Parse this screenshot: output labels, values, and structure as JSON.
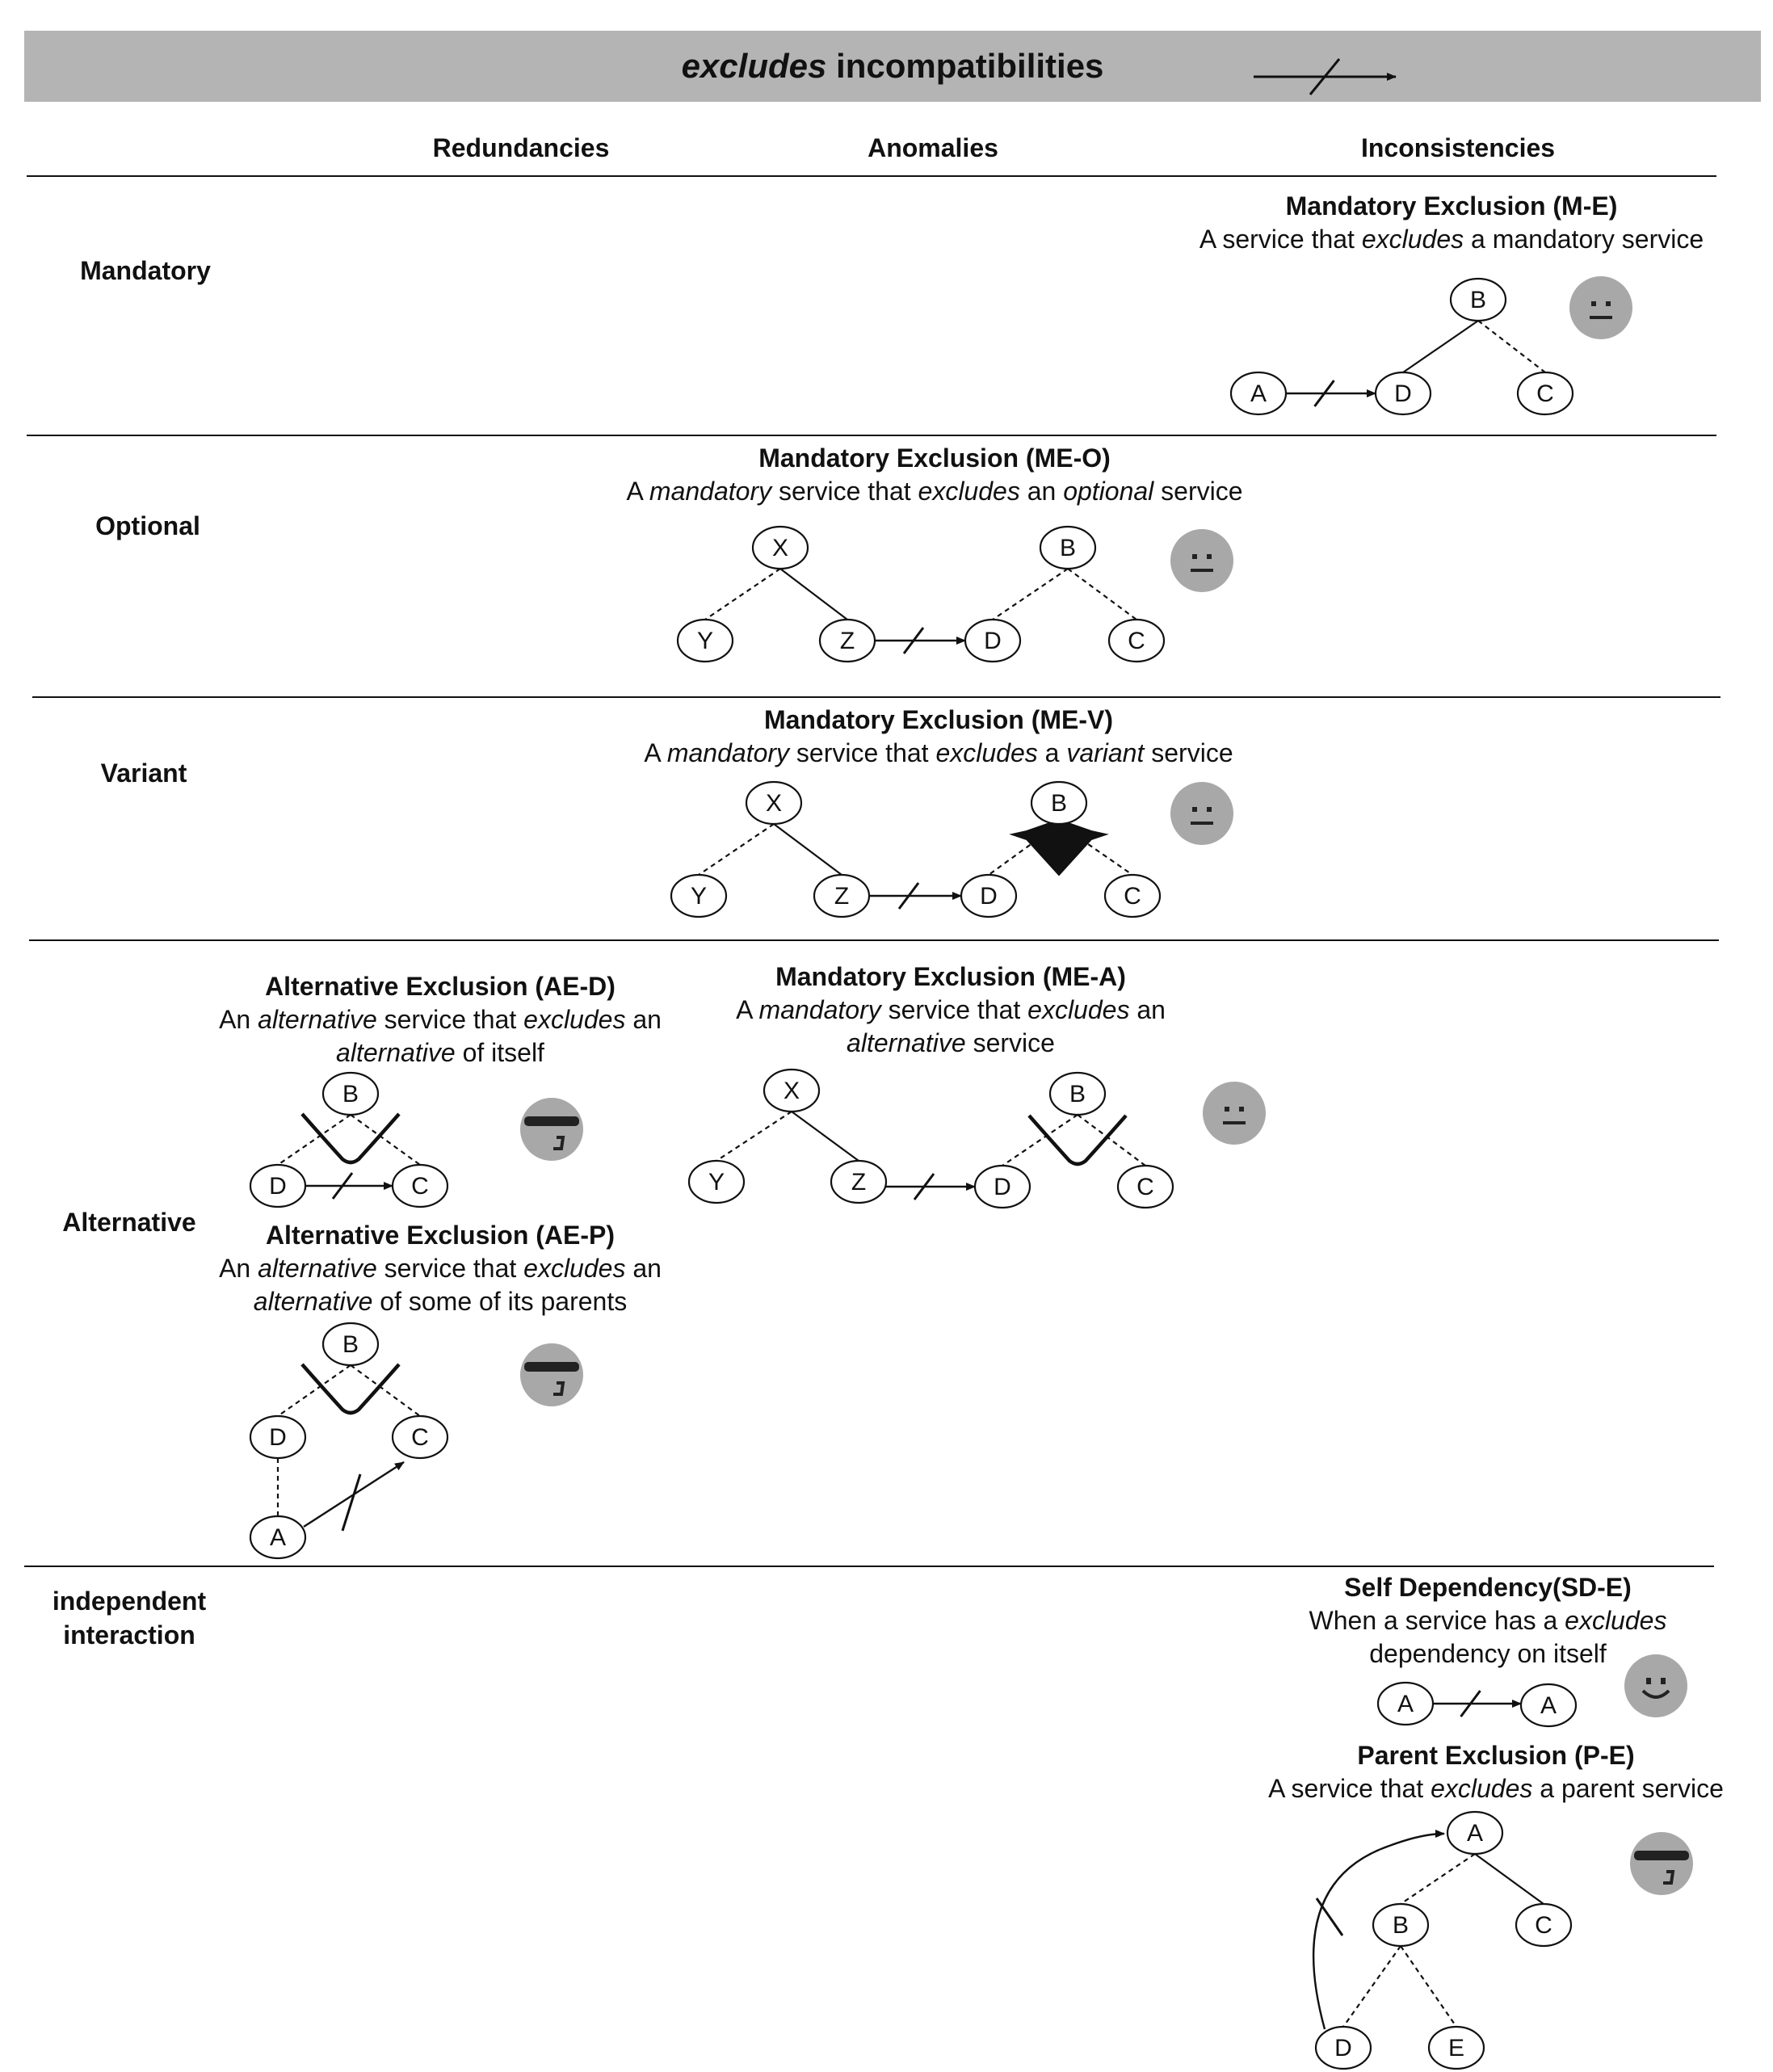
{
  "banner": {
    "title_italic": "excludes",
    "title_rest": " incompatibilities",
    "legend_icon": "excludes-arrow-icon"
  },
  "columns": {
    "redundancies": "Redundancies",
    "anomalies": "Anomalies",
    "inconsistencies": "Inconsistencies"
  },
  "rows": {
    "mandatory": "Mandatory",
    "optional": "Optional",
    "variant": "Variant",
    "alternative": "Alternative",
    "independent_line1": "independent",
    "independent_line2": "interaction"
  },
  "cases": {
    "me": {
      "title": "Mandatory Exclusion (M-E)",
      "desc": [
        {
          "t": "A service that "
        },
        {
          "t": "excludes",
          "i": true
        },
        {
          "t": " a mandatory service"
        }
      ],
      "face": "neutral-face-icon"
    },
    "meo": {
      "title": "Mandatory Exclusion (ME-O)",
      "desc": [
        {
          "t": "A "
        },
        {
          "t": "mandatory",
          "i": true
        },
        {
          "t": " service that "
        },
        {
          "t": "excludes",
          "i": true
        },
        {
          "t": " an "
        },
        {
          "t": "optional",
          "i": true
        },
        {
          "t": " service"
        }
      ],
      "face": "neutral-face-icon"
    },
    "mev": {
      "title": "Mandatory Exclusion (ME-V)",
      "desc": [
        {
          "t": "A "
        },
        {
          "t": "mandatory",
          "i": true
        },
        {
          "t": " service that "
        },
        {
          "t": "excludes",
          "i": true
        },
        {
          "t": " a "
        },
        {
          "t": "variant",
          "i": true
        },
        {
          "t": " service"
        }
      ],
      "face": "neutral-face-icon"
    },
    "aed": {
      "title": "Alternative Exclusion (AE-D)",
      "desc_line1": [
        {
          "t": "An "
        },
        {
          "t": "alternative",
          "i": true
        },
        {
          "t": " service that "
        },
        {
          "t": "excludes",
          "i": true
        },
        {
          "t": " an"
        }
      ],
      "desc_line2": [
        {
          "t": "alternative",
          "i": true
        },
        {
          "t": " of itself"
        }
      ],
      "face": "sunglasses-face-icon"
    },
    "mea": {
      "title": "Mandatory Exclusion (ME-A)",
      "desc_line1": [
        {
          "t": "A "
        },
        {
          "t": "mandatory",
          "i": true
        },
        {
          "t": " service that "
        },
        {
          "t": "excludes",
          "i": true
        },
        {
          "t": " an"
        }
      ],
      "desc_line2": [
        {
          "t": "alternative",
          "i": true
        },
        {
          "t": " service"
        }
      ],
      "face": "neutral-face-icon"
    },
    "aep": {
      "title": "Alternative Exclusion (AE-P)",
      "desc_line1": [
        {
          "t": "An "
        },
        {
          "t": "alternative",
          "i": true
        },
        {
          "t": " service that "
        },
        {
          "t": "excludes",
          "i": true
        },
        {
          "t": " an"
        }
      ],
      "desc_line2": [
        {
          "t": "alternative",
          "i": true
        },
        {
          "t": " of some of its parents"
        }
      ],
      "face": "sunglasses-face-icon"
    },
    "sde": {
      "title": "Self Dependency(SD-E)",
      "desc_line1": [
        {
          "t": "When a service has a "
        },
        {
          "t": "excludes",
          "i": true
        }
      ],
      "desc_line2": [
        {
          "t": "dependency on itself"
        }
      ],
      "face": "smiling-face-icon"
    },
    "pe": {
      "title": "Parent Exclusion (P-E)",
      "desc": [
        {
          "t": "A service that "
        },
        {
          "t": "excludes",
          "i": true
        },
        {
          "t": " a parent service"
        }
      ],
      "face": "sunglasses-face-icon"
    }
  },
  "nodes": {
    "a": "A",
    "b": "B",
    "c": "C",
    "d": "D",
    "e": "E",
    "x": "X",
    "y": "Y",
    "z": "Z"
  },
  "colors": {
    "banner": "#b4b4b4",
    "face": "#a8a8a8",
    "line": "#111111"
  }
}
